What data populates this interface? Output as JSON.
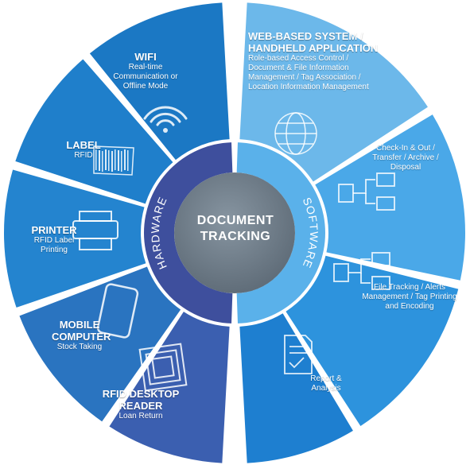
{
  "hub": {
    "title": "DOCUMENT TRACKING"
  },
  "ring": {
    "left": "HARDWARE",
    "right": "SOFTWARE"
  },
  "hardware": [
    {
      "title": "WIFI",
      "sub": "Real-time Communication or Offline Mode",
      "icon": "wifi-icon"
    },
    {
      "title": "LABEL",
      "sub": "RFID",
      "icon": "rfid-label-icon"
    },
    {
      "title": "PRINTER",
      "sub": "RFID Label Printing",
      "icon": "printer-icon"
    },
    {
      "title": "MOBILE COMPUTER",
      "sub": "Stock Taking",
      "icon": "mobile-phone-icon"
    },
    {
      "title": "RFID DESKTOP READER",
      "sub": "Loan Return",
      "icon": "rfid-reader-icon"
    }
  ],
  "software": [
    {
      "title": "WEB-BASED SYSTEM / HANDHELD APPLICATION",
      "sub": "Role-based Access Control / Document & File Information Management / Tag Association / Location Information Management",
      "icon": "globe-icon"
    },
    {
      "title": "",
      "sub": "Check-In & Out / Transfer / Archive / Disposal",
      "icon": "workflow-icon"
    },
    {
      "title": "",
      "sub": "File Tracking / Alerts Management / Tag Printing and Encoding",
      "icon": "workflow-icon"
    },
    {
      "title": "",
      "sub": "Report & Analysis",
      "icon": "report-icon"
    }
  ],
  "colors": {
    "hardware_segments": [
      "#1b78c4",
      "#1f7fcb",
      "#2484cf",
      "#2a74c0",
      "#3b5fb0"
    ],
    "software_segments": [
      "#6cb8ea",
      "#4aa8e8",
      "#2d93dd",
      "#1e7fd0"
    ],
    "ring_left": "#3e4f9d",
    "ring_right": "#5ab1ea",
    "hub": "#6f7d89"
  }
}
